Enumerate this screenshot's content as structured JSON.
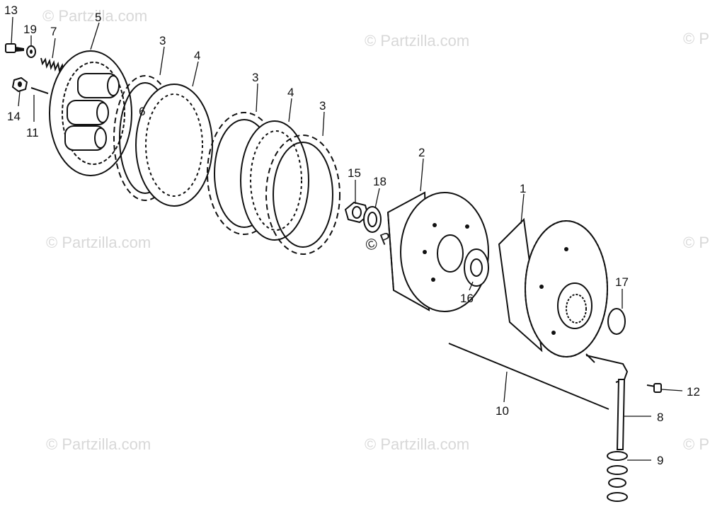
{
  "watermark": {
    "brand": "© Partzilla.com",
    "inline_brand": "© Partzilla.com"
  },
  "callouts": [
    {
      "id": "13",
      "text": "13"
    },
    {
      "id": "19",
      "text": "19"
    },
    {
      "id": "7",
      "text": "7"
    },
    {
      "id": "5",
      "text": "5"
    },
    {
      "id": "3a",
      "text": "3"
    },
    {
      "id": "4a",
      "text": "4"
    },
    {
      "id": "6",
      "text": "6"
    },
    {
      "id": "14",
      "text": "14"
    },
    {
      "id": "11",
      "text": "11"
    },
    {
      "id": "3b",
      "text": "3"
    },
    {
      "id": "4b",
      "text": "4"
    },
    {
      "id": "3c",
      "text": "3"
    },
    {
      "id": "15",
      "text": "15"
    },
    {
      "id": "18",
      "text": "18"
    },
    {
      "id": "2",
      "text": "2"
    },
    {
      "id": "1",
      "text": "1"
    },
    {
      "id": "17",
      "text": "17"
    },
    {
      "id": "16",
      "text": "16"
    },
    {
      "id": "12",
      "text": "12"
    },
    {
      "id": "8",
      "text": "8"
    },
    {
      "id": "10",
      "text": "10"
    },
    {
      "id": "9",
      "text": "9"
    }
  ]
}
